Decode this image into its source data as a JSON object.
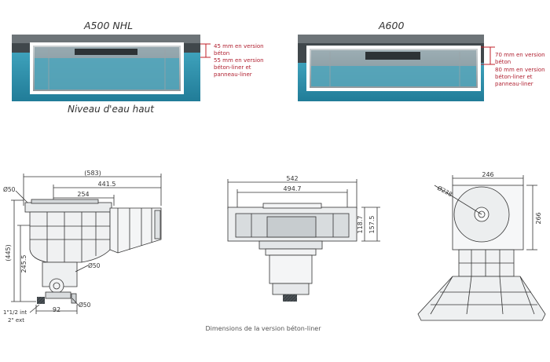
{
  "top_left": {
    "title": "A500 NHL",
    "note_line1": "45 mm en version",
    "note_line2": "béton",
    "note_line3": "55 mm en version",
    "note_line4": "béton-liner et",
    "note_line5": "panneau-liner",
    "caption": "Niveau d'eau haut"
  },
  "top_right": {
    "title": "A600",
    "note_line1": "70 mm en version",
    "note_line2": "béton",
    "note_line3": "80 mm en version",
    "note_line4": "béton-liner et",
    "note_line5": "panneau-liner"
  },
  "side_view": {
    "dim_total": "(583)",
    "dim_441": "441.5",
    "dim_254": "254",
    "dim_d50_top": "Ø50",
    "dim_445": "(445)",
    "dim_2455": "245.5",
    "dim_d50_mid": "Ø50",
    "dim_d50_low": "Ø50",
    "dim_92": "92",
    "thread1": "1\"1/2 int",
    "thread2": "2\" ext"
  },
  "front_view": {
    "dim_542": "542",
    "dim_4947": "494.7",
    "dim_1187": "118.7",
    "dim_1575": "157.5"
  },
  "top_view": {
    "dim_246": "246",
    "dim_d238": "Ø238",
    "dim_266": "266"
  },
  "caption_bottom": "Dimensions de la version béton-liner",
  "colors": {
    "water": "#2a93ae",
    "concrete": "#5b6266",
    "accent_red": "#c0202a"
  }
}
